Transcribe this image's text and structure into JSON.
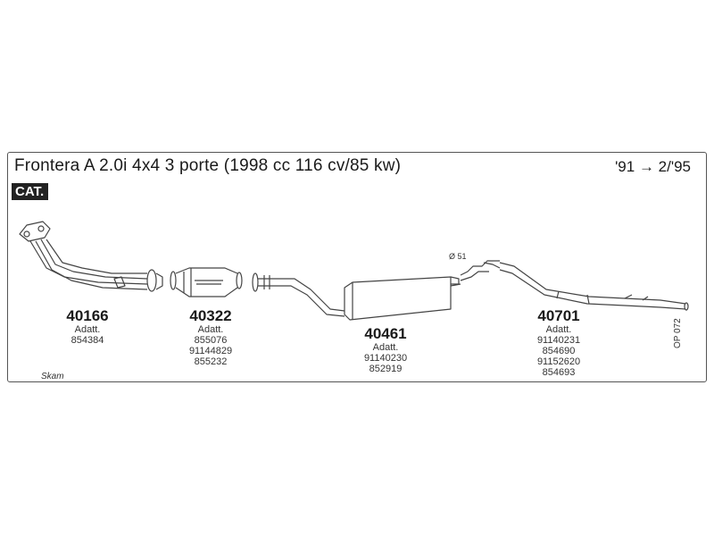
{
  "header": {
    "title": "Frontera A 2.0i 4x4 3 porte (1998 cc 116 cv/85 kw)",
    "years": "'91 → 2/'95",
    "badge": "CAT."
  },
  "parts": [
    {
      "number": "40166",
      "lines": [
        "Adatt.",
        "854384"
      ]
    },
    {
      "number": "40322",
      "lines": [
        "Adatt.",
        "855076",
        "91144829",
        "855232"
      ]
    },
    {
      "number": "40461",
      "lines": [
        "Adatt.",
        "91140230",
        "852919"
      ]
    },
    {
      "number": "40701",
      "lines": [
        "Adatt.",
        "91140231",
        "854690",
        "91152620",
        "854693"
      ]
    }
  ],
  "diameter_label": "Ø 51",
  "drawing_code": "OP 072",
  "brand": "Skam"
}
